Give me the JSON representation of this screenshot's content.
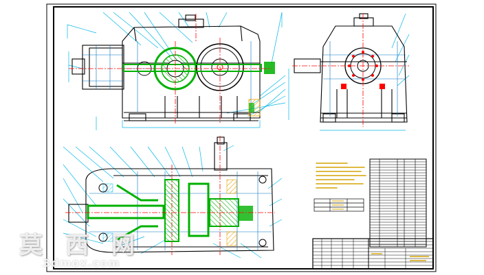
{
  "drawing": {
    "title": "",
    "colors": {
      "sheet_border": "#000000",
      "outline": "#000000",
      "dimension": "#00b7e8",
      "section": "#00b000",
      "centerline": "#ff0000",
      "hatch": "#e8a000",
      "note_text": "#d4a400",
      "table_lines": "#000000"
    },
    "views": [
      {
        "id": "front-view",
        "label": ""
      },
      {
        "id": "side-view",
        "label": ""
      },
      {
        "id": "top-section-view",
        "label": ""
      }
    ],
    "icons": {
      "front": "gearbox-front-view-icon",
      "side": "gearbox-side-view-icon",
      "top": "gearbox-top-section-icon"
    }
  },
  "watermark": {
    "chars": [
      "莫",
      "西",
      "网"
    ],
    "url": "3dmox.com"
  }
}
